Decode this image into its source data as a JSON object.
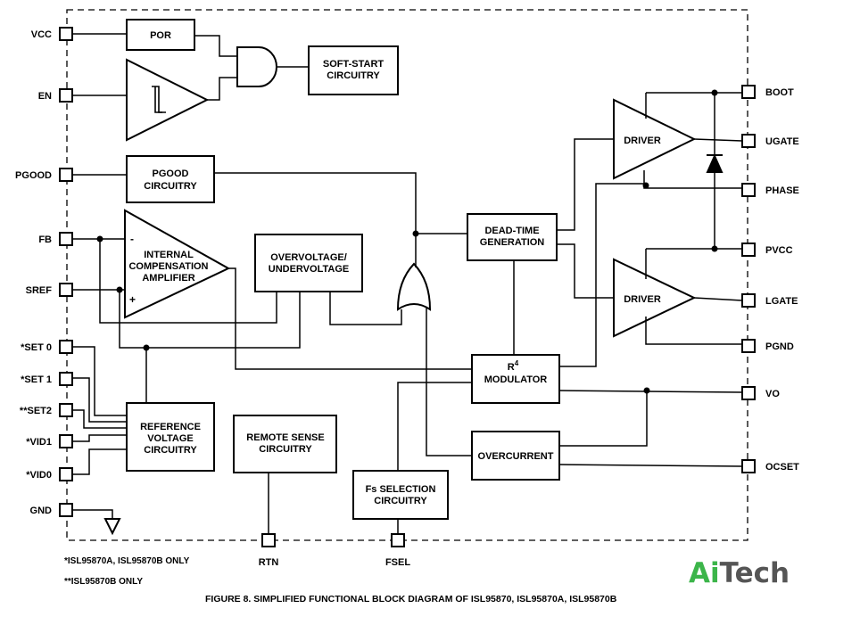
{
  "pins_left": {
    "vcc": "VCC",
    "en": "EN",
    "pgood": "PGOOD",
    "fb": "FB",
    "sref": "SREF",
    "set0": "*SET 0",
    "set1": "*SET 1",
    "set2": "**SET2",
    "vid1": "*VID1",
    "vid0": "*VID0",
    "gnd": "GND"
  },
  "pins_right": {
    "boot": "BOOT",
    "ugate": "UGATE",
    "phase": "PHASE",
    "pvcc": "PVCC",
    "lgate": "LGATE",
    "pgnd": "PGND",
    "vo": "VO",
    "ocset": "OCSET"
  },
  "pins_bottom": {
    "rtn": "RTN",
    "fsel": "FSEL"
  },
  "blocks": {
    "por": "POR",
    "soft_start": [
      "SOFT-START",
      "CIRCUITRY"
    ],
    "pgood": [
      "PGOOD",
      "CIRCUITRY"
    ],
    "amplifier": [
      "INTERNAL",
      "COMPENSATION",
      "AMPLIFIER"
    ],
    "amp_minus": "-",
    "amp_plus": "+",
    "ovuv": [
      "OVERVOLTAGE/",
      "UNDERVOLTAGE"
    ],
    "dead_time": [
      "DEAD-TIME",
      "GENERATION"
    ],
    "driver_upper": "DRIVER",
    "driver_lower": "DRIVER",
    "modulator_r": "R",
    "modulator_sup": "4",
    "modulator": "MODULATOR",
    "reference": [
      "REFERENCE",
      "VOLTAGE",
      "CIRCUITRY"
    ],
    "remote_sense": [
      "REMOTE SENSE",
      "CIRCUITRY"
    ],
    "fs_selection": [
      "Fs SELECTION",
      "CIRCUITRY"
    ],
    "overcurrent": "OVERCURRENT"
  },
  "notes": [
    "*ISL95870A, ISL95870B ONLY",
    "**ISL95870B ONLY"
  ],
  "caption": "FIGURE 8.  SIMPLIFIED FUNCTIONAL BLOCK DIAGRAM OF ISL95870, ISL95870A, ISL95870B",
  "watermark": {
    "ai": "Ai",
    "tech": "Tech",
    "ai_color": "#3cb54a",
    "tech_color": "#555555"
  }
}
